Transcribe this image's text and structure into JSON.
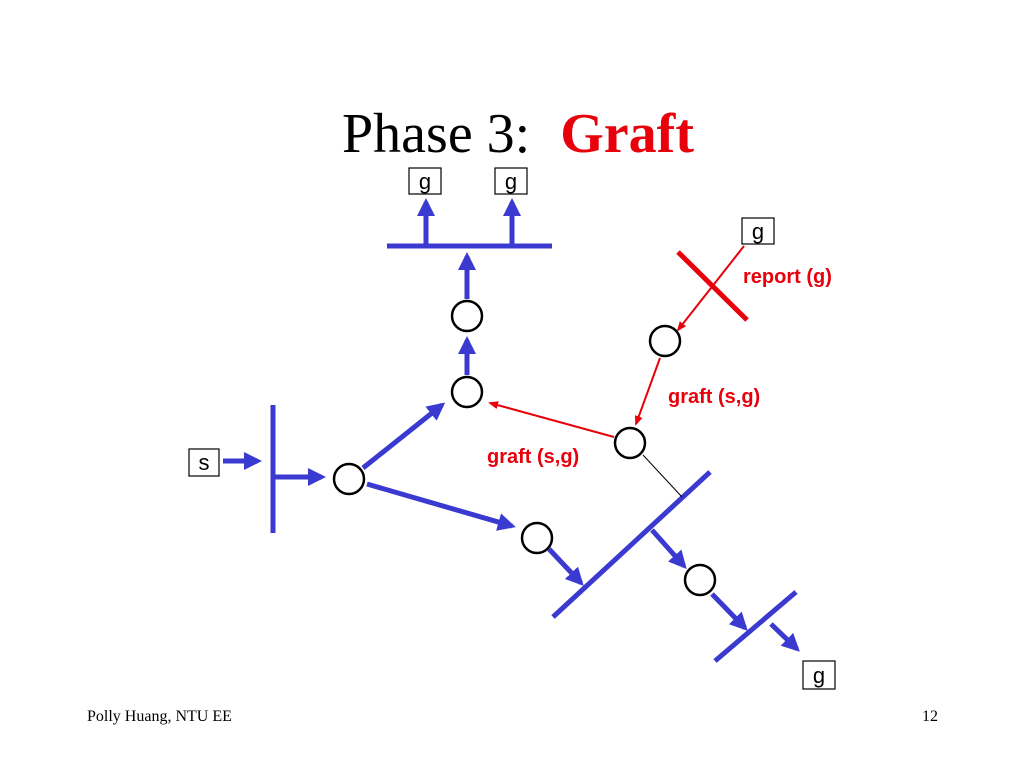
{
  "slide": {
    "title_prefix": "Phase 3:",
    "title_accent": "Graft",
    "footer_left": "Polly Huang, NTU EE",
    "page_number": "12"
  },
  "diagram": {
    "source_label": "s",
    "receiver_label": "g",
    "report_label": "report (g)",
    "graft_upper_label": "graft (s,g)",
    "graft_lower_label": "graft (s,g)"
  },
  "colors": {
    "tree_blue": "#3a3ad0",
    "graft_red": "#e8000b",
    "title_accent": "#e8000b",
    "text": "#000000",
    "background": "#ffffff"
  }
}
